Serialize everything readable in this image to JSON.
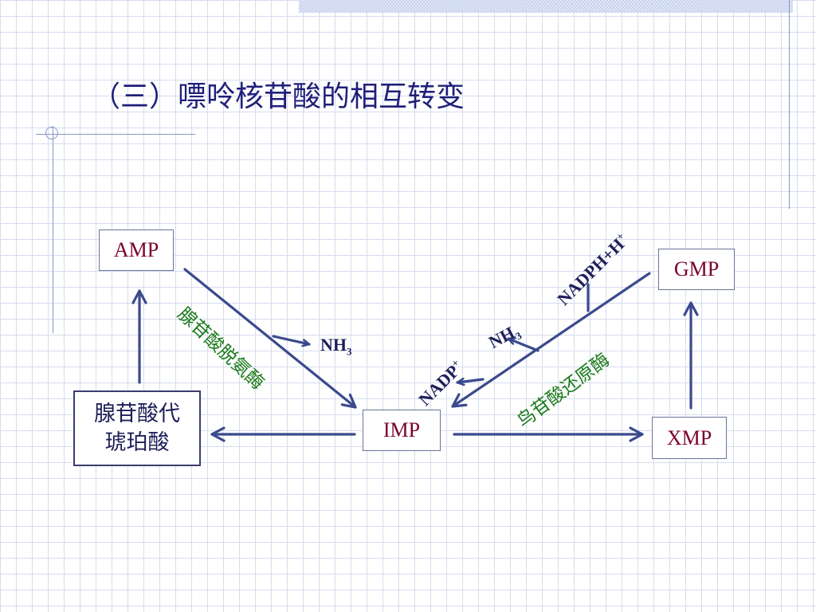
{
  "slide": {
    "title": "（三）嘌呤核苷酸的相互转变"
  },
  "nodes": {
    "amp": "AMP",
    "gmp": "GMP",
    "imp": "IMP",
    "xmp": "XMP",
    "adenylosuccinate_line1": "腺苷酸代",
    "adenylosuccinate_line2": "琥珀酸"
  },
  "enzymes": {
    "amp_deaminase": "腺苷酸脱氨酶",
    "gmp_reductase": "鸟苷酸还原酶"
  },
  "chemicals": {
    "nh3_left": {
      "base": "NH",
      "sub": "3"
    },
    "nh3_right": {
      "base": "NH",
      "sub": "3"
    },
    "nadph": {
      "base": "NADPH+H",
      "sup": "+"
    },
    "nadp": {
      "base": "NADP",
      "sup": "+"
    }
  },
  "colors": {
    "title": "#1f1f7a",
    "arrow": "#3a4a8c",
    "node_text": "#7a0028",
    "enzyme_text": "#1a7a1a",
    "chem_text": "#1f1f5a"
  }
}
